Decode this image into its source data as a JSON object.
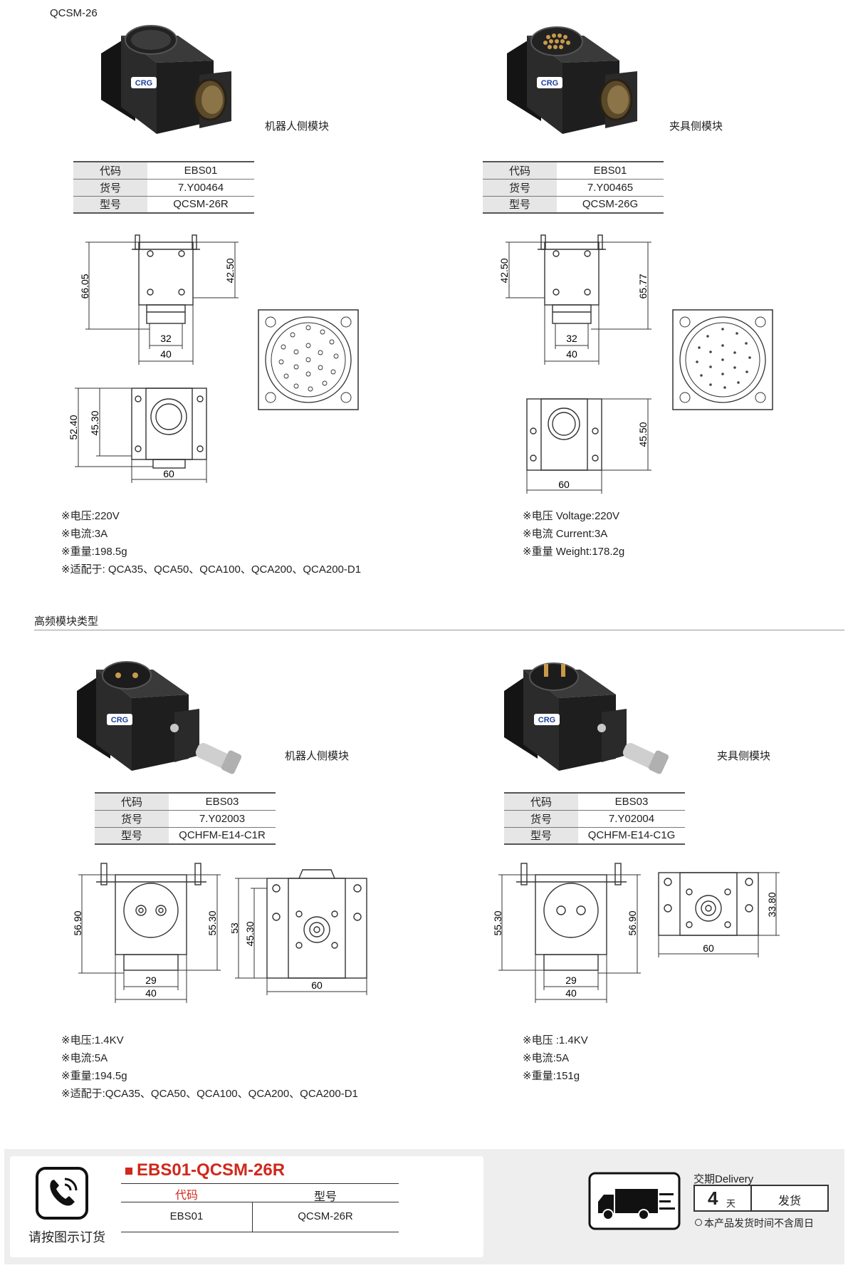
{
  "series_label": "QCSM-26",
  "hf_section_title": "高频模块类型",
  "products": [
    {
      "side_label": "机器人侧模块",
      "table": [
        {
          "key": "代码",
          "value": "EBS01"
        },
        {
          "key": "货号",
          "value": "7.Y00464"
        },
        {
          "key": "型号",
          "value": "QCSM-26R"
        }
      ],
      "dims": {
        "top_a": "66.05",
        "top_b": "42.50",
        "w1": "32",
        "w2": "40",
        "side_a": "52.40",
        "side_b": "45.30",
        "side_w": "60"
      },
      "specs": [
        "※电压:220V",
        "※电流:3A",
        "※重量:198.5g",
        "※适配于: QCA35、QCA50、QCA100、QCA200、QCA200-D1"
      ]
    },
    {
      "side_label": "夹具侧模块",
      "table": [
        {
          "key": "代码",
          "value": "EBS01"
        },
        {
          "key": "货号",
          "value": "7.Y00465"
        },
        {
          "key": "型号",
          "value": "QCSM-26G"
        }
      ],
      "dims": {
        "top_a": "42.50",
        "top_b": "65.77",
        "w1": "32",
        "w2": "40",
        "side_a": "45.50",
        "side_w": "60"
      },
      "specs": [
        "※电压 Voltage:220V",
        "※电流 Current:3A",
        "※重量 Weight:178.2g"
      ]
    },
    {
      "side_label": "机器人侧模块",
      "table": [
        {
          "key": "代码",
          "value": "EBS03"
        },
        {
          "key": "货号",
          "value": "7.Y02003"
        },
        {
          "key": "型号",
          "value": "QCHFM-E14-C1R"
        }
      ],
      "dims": {
        "front_a": "56.90",
        "front_b": "55.30",
        "w1": "29",
        "w2": "40",
        "side_a": "53",
        "side_b": "45.30",
        "side_w": "60"
      },
      "specs": [
        "※电压:1.4KV",
        "※电流:5A",
        "※重量:194.5g",
        "※适配于:QCA35、QCA50、QCA100、QCA200、QCA200-D1"
      ]
    },
    {
      "side_label": "夹具侧模块",
      "table": [
        {
          "key": "代码",
          "value": "EBS03"
        },
        {
          "key": "货号",
          "value": "7.Y02004"
        },
        {
          "key": "型号",
          "value": "QCHFM-E14-C1G"
        }
      ],
      "dims": {
        "front_a": "55.30",
        "front_b": "56.90",
        "w1": "29",
        "w2": "40",
        "side_a": "33.80",
        "side_w": "60"
      },
      "specs": [
        "※电压 :1.4KV",
        "※电流:5A",
        "※重量:151g"
      ]
    }
  ],
  "brand_logo": "CRG",
  "footer": {
    "phone_caption": "请按图示订货",
    "order_title": "EBS01-QCSM-26R",
    "order_headers": [
      "代码",
      "型号"
    ],
    "order_values": [
      "EBS01",
      "QCSM-26R"
    ],
    "delivery_title": "交期Delivery",
    "delivery_days": "4",
    "delivery_unit": "天",
    "delivery_action": "发货",
    "delivery_note": "本产品发货时间不含周日",
    "accent_color": "#d0281c",
    "icons": [
      "phone-icon",
      "truck-icon"
    ]
  }
}
